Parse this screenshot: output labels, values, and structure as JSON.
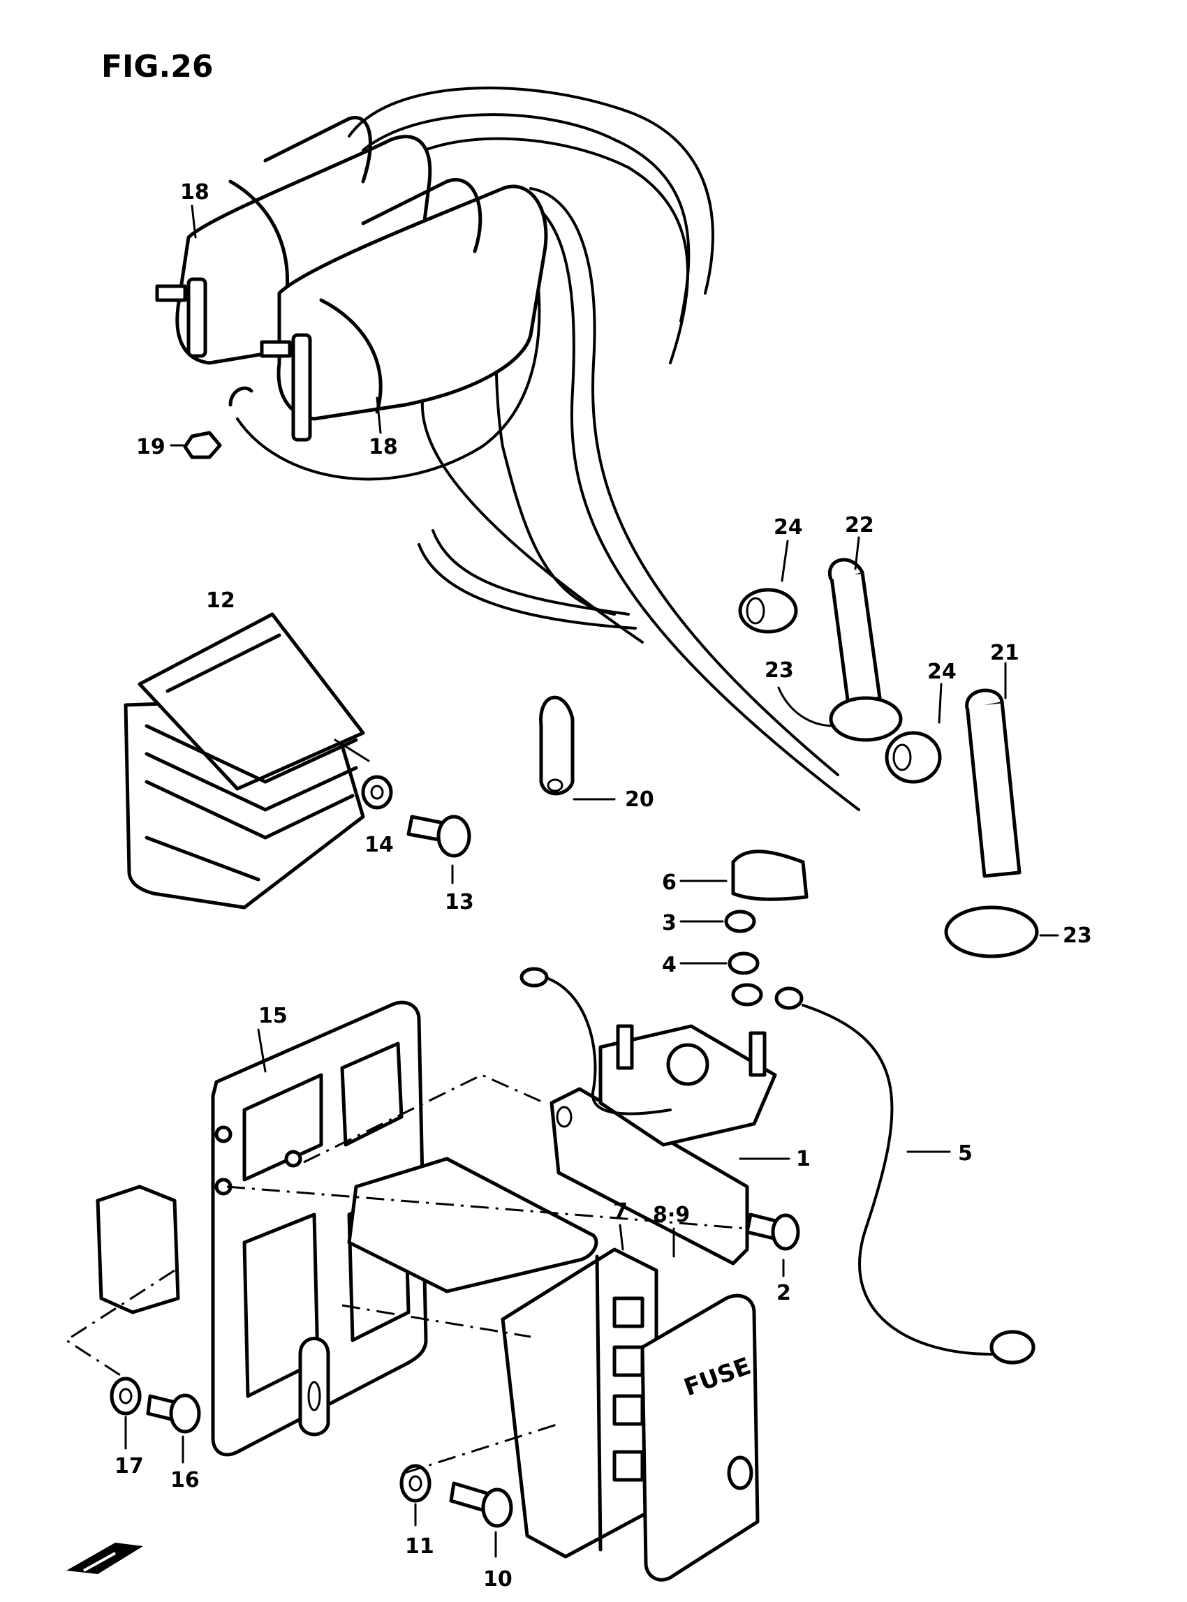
{
  "figure": {
    "title": "FIG.26"
  },
  "labels": {
    "p1": "1",
    "p2": "2",
    "p3": "3",
    "p4": "4",
    "p5": "5",
    "p6": "6",
    "p7": "7",
    "p8_9": "8·9",
    "p10": "10",
    "p11": "11",
    "p12": "12",
    "p13": "13",
    "p14": "14",
    "p15": "15",
    "p16": "16",
    "p17": "17",
    "p18a": "18",
    "p18b": "18",
    "p19": "19",
    "p20": "20",
    "p21": "21",
    "p22": "22",
    "p23a": "23",
    "p23b": "23",
    "p24a": "24",
    "p24b": "24"
  },
  "fuse_box": {
    "text": "FUSE"
  },
  "direction_marker": {
    "icon": "front-arrow-icon"
  }
}
